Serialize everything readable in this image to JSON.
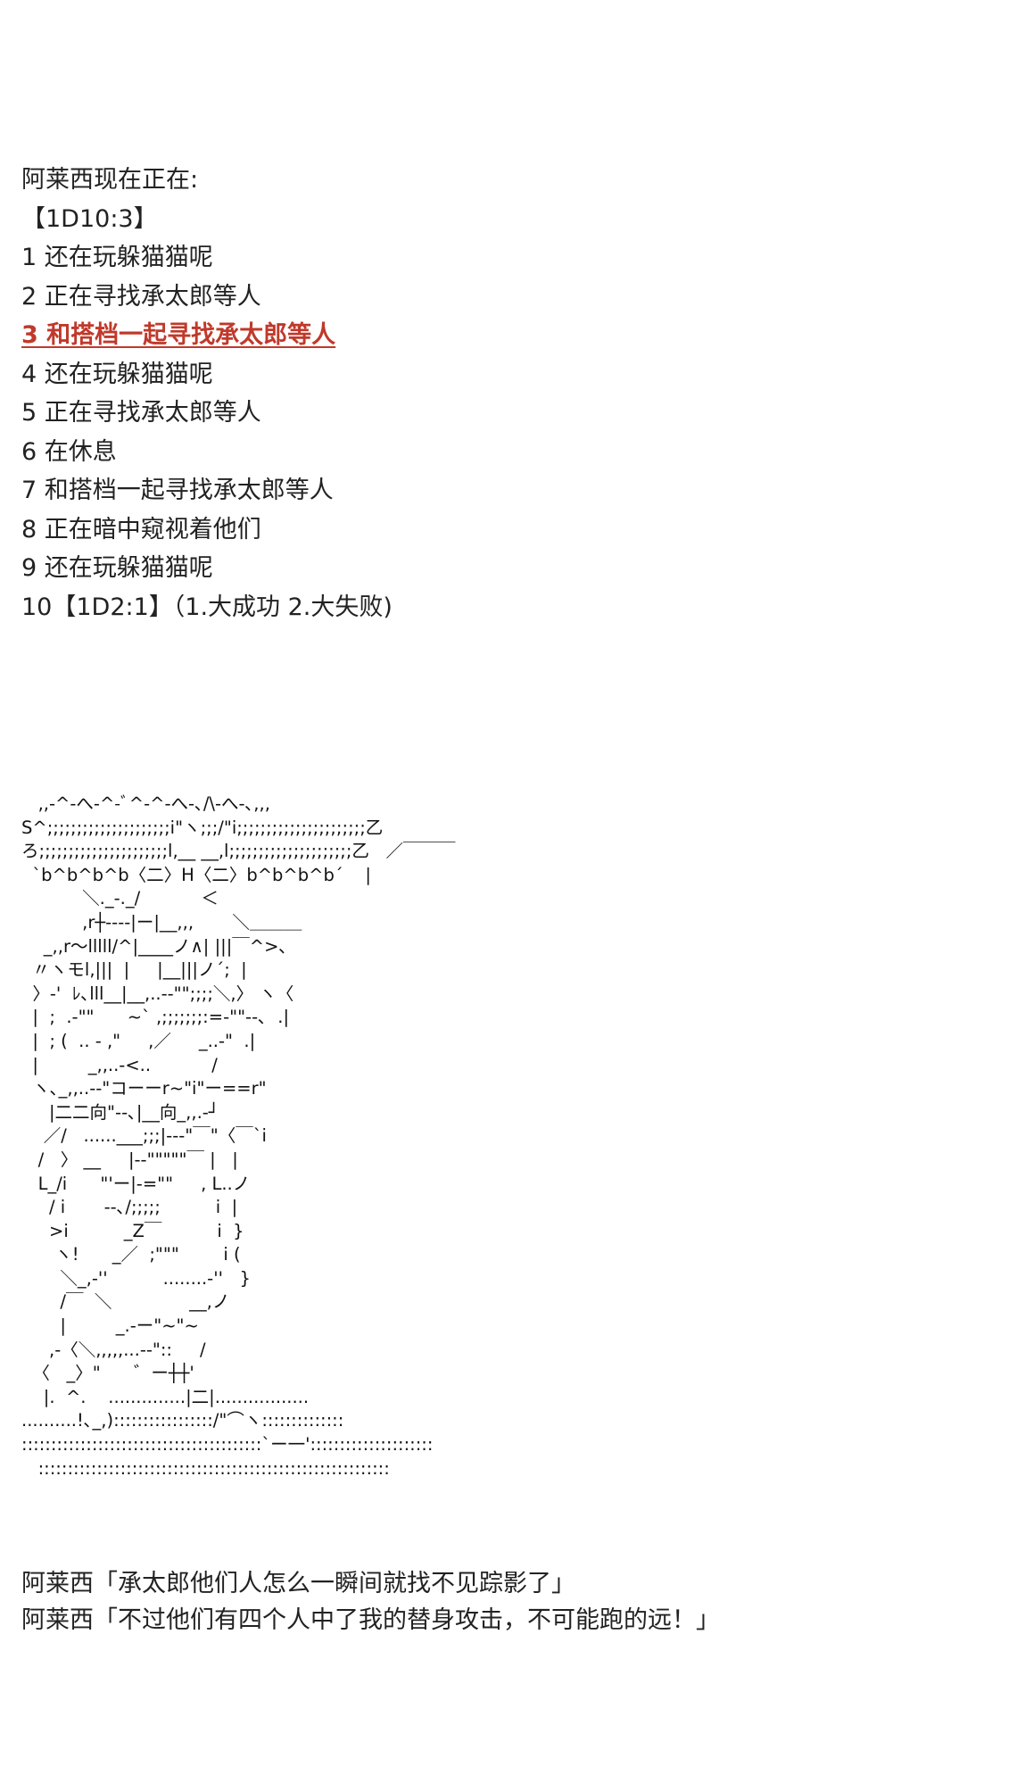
{
  "roll": {
    "header": "阿莱西现在正在:",
    "dice": "【1D10:3】",
    "options": [
      "1 还在玩躲猫猫呢",
      "2 正在寻找承太郎等人",
      "3 和搭档一起寻找承太郎等人",
      "4 还在玩躲猫猫呢",
      "5 正在寻找承太郎等人",
      "6 在休息",
      "7 和搭档一起寻找承太郎等人",
      "8 正在暗中窥视着他们",
      "9 还在玩躲猫猫呢",
      "10【1D2:1】（1.大成功 2.大失败)"
    ],
    "selected_index": 2,
    "highlight_color": "#c0392b"
  },
  "ascii_art": "   ,,-^-へ-^-ﾞ^-^-へ-､/\\-へ-､,,,\nS^;;;;;;;;;;;;;;;;;;;;;i\"ヽ;;;/\"i;;;;;;;;;;;;;;;;;;;;;;乙\nろ;;;;;;;;;;;;;;;;;;;;;;l,__ __,l;;;;;;;;;;;;;;;;;;;;;乙   ／￣￣￣\n  `b^b^b^b〈二〉H〈二〉b^b^b^b´    |\n           ＼._-._/           ＜\n           ,r┼----|ー|__,,,       ＼＿＿＿\n    _,,r～lllll/^|____ノ∧| |||￣^>､\n  〃ヽモl,|||  |     |__|||ノ´;  |\n  〉-'  ﾚ､lll__|__,..--\"\";;;;＼,〉 ヽ〈\n  |  ;  .-\"\"      ~` ,;;;;;;;:=-\"\"--､  .|\n  |  ; (  .. - ,\"     ,／     _..-\"  .|\n  |         _,,..-<..           /\n  ヽ､_,,..--\"コーーr~\"i\"ー==r\"\n     |二二向\"--､|__向_,,.-┘\n    ／/   ......___;;;|---\"￣\"〈￣`i\n   /   〉 __     |--\"\"\"\"\"￣ |   |\n   L_/i      \"'ー|-=\"\"     , L..ノ\n     / i       --､/;;;;;          i  |\n     >i          _Z￣          i  }\n      ヽ!      _／  ;\"\"\"        i (\n       ＼_,-''          ........-''   }\n       /￣  ＼              __,ノ\n       |         _.-ー\"~\"~\n     ,-〈＼,,,,,...--\"::     /\n  〈   _〉\"      ゛ー┼┼'\n    |.  ^.    ..............|二|.................\n..........!､_,):::::::::::::::::/\"⌒ヽ::::::::::::::\n:::::::::::::::::::::::::::::::::::::::::`ー一':::::::::::::::::::::\n   ::::::::::::::::::::::::::::::::::::::::::::::::::::::::::::",
  "dialogue": [
    "阿莱西「承太郎他们人怎么一瞬间就找不见踪影了」",
    "阿莱西「不过他们有四个人中了我的替身攻击，不可能跑的远！」"
  ]
}
